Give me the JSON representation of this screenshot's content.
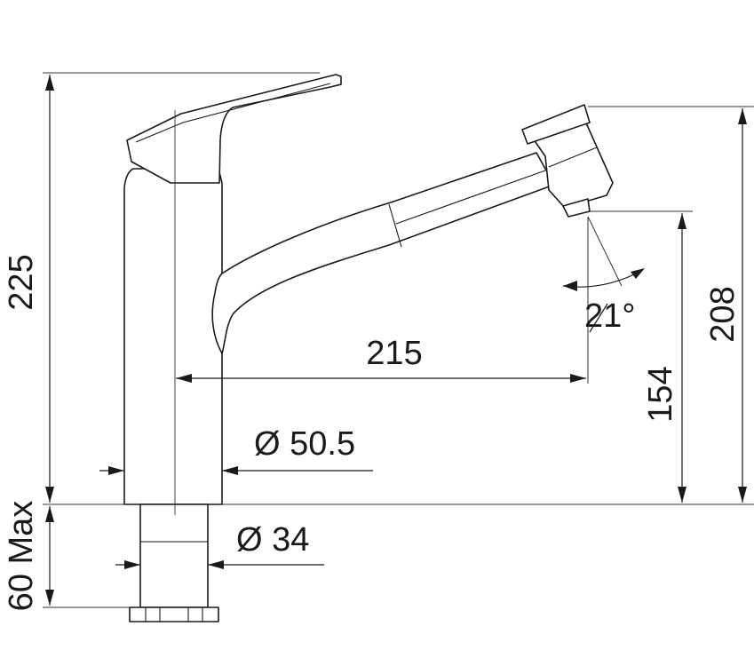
{
  "dimensions": {
    "total_height": "225",
    "spout_reach": "215",
    "body_diameter": "Ø 50.5",
    "shank_diameter": "Ø 34",
    "max_counter_thickness": "60 Max",
    "spout_outlet_height": "154",
    "spout_top_height": "208",
    "spray_angle": "21°"
  }
}
